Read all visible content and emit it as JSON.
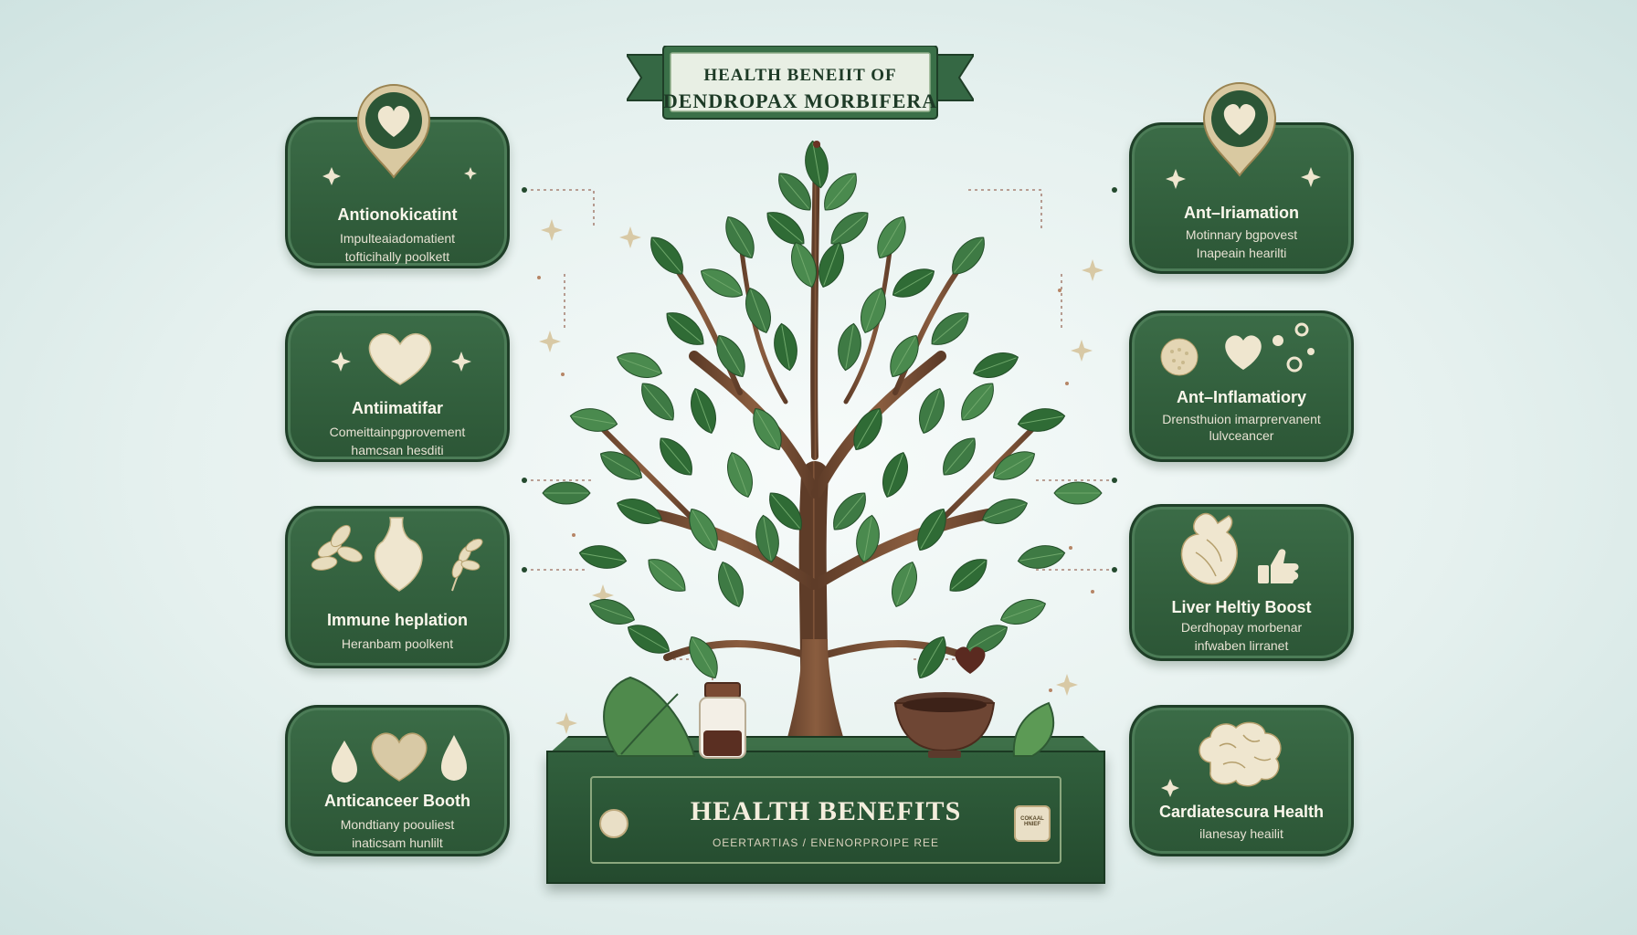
{
  "banner": {
    "line1": "HEALTH  BENEIIT OF",
    "line2": "DENDROPAX MORBIFERA"
  },
  "cards_left": [
    {
      "title": "Antionokicatint",
      "line1": "Impulteaiadomatient",
      "line2": "tofticihally poolkett"
    },
    {
      "title": "Antiimatifar",
      "line1": "Comeittainpgprovement",
      "line2": "hamcsan hesditi"
    },
    {
      "title": "Immune heplation",
      "line1": "Heranbam poolkent",
      "line2": ""
    },
    {
      "title": "Anticanceer Booth",
      "line1": "Mondtiany poouliest",
      "line2": "inaticsam hunlilt"
    }
  ],
  "cards_right": [
    {
      "title": "Ant–Iriamation",
      "line1": "Motinnary bgpovest",
      "line2": "Inapeain hearilti"
    },
    {
      "title": "Ant–Inflamatiory",
      "line1": "Drensthuion imarprervanent",
      "line2": "lulvceancer"
    },
    {
      "title": "Liver Heltiy Boost",
      "line1": "Derdhopay morbenar",
      "line2": "infwaben lirranet"
    },
    {
      "title": "Cardiatescura Health",
      "line1": "ilanesay heailit",
      "line2": ""
    }
  ],
  "pedestal": {
    "title": "HEALTH BENEFITS",
    "subtitle": "OEERTARTIAS / ENENORPROIPE REE",
    "badge_right": "COKAAL HNIEF"
  },
  "colors": {
    "card_green": "#2f5a39",
    "leaf_green": "#3e7a44",
    "trunk_brown": "#7b5238",
    "cream": "#efe6cf",
    "background": "#e6f1ef"
  },
  "icons": [
    "heart-icon",
    "sparkle-icon",
    "leaf-icon",
    "droplet-icon",
    "heart-organ-icon",
    "thumbs-up-icon",
    "brain-icon",
    "liver-icon",
    "medicine-jar-icon",
    "bowl-icon"
  ]
}
